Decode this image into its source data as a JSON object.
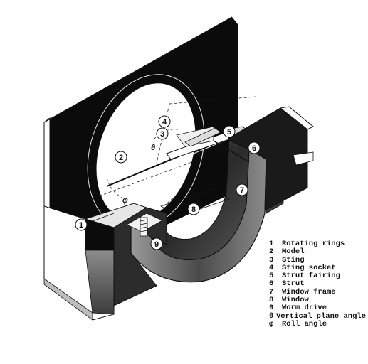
{
  "figure": {
    "callouts": [
      {
        "id": "1"
      },
      {
        "id": "2"
      },
      {
        "id": "3"
      },
      {
        "id": "4"
      },
      {
        "id": "5"
      },
      {
        "id": "6"
      },
      {
        "id": "7"
      },
      {
        "id": "8"
      },
      {
        "id": "9"
      }
    ],
    "symbols": {
      "theta": "θ",
      "phi": "φ"
    }
  },
  "legend": {
    "items": [
      {
        "key": "1",
        "label": "Rotating rings"
      },
      {
        "key": "2",
        "label": "Model"
      },
      {
        "key": "3",
        "label": "Sting"
      },
      {
        "key": "4",
        "label": "Sting socket"
      },
      {
        "key": "5",
        "label": "Strut fairing"
      },
      {
        "key": "6",
        "label": "Strut"
      },
      {
        "key": "7",
        "label": "Window frame"
      },
      {
        "key": "8",
        "label": "Window"
      },
      {
        "key": "9",
        "label": "Worm drive"
      },
      {
        "key": "θ",
        "label": "Vertical plane angle"
      },
      {
        "key": "φ",
        "label": "Roll angle"
      }
    ]
  },
  "colors": {
    "ink": "#111111",
    "wall": "#0b0b0b",
    "paper": "#ffffff",
    "ring": "#3a3a3a"
  }
}
